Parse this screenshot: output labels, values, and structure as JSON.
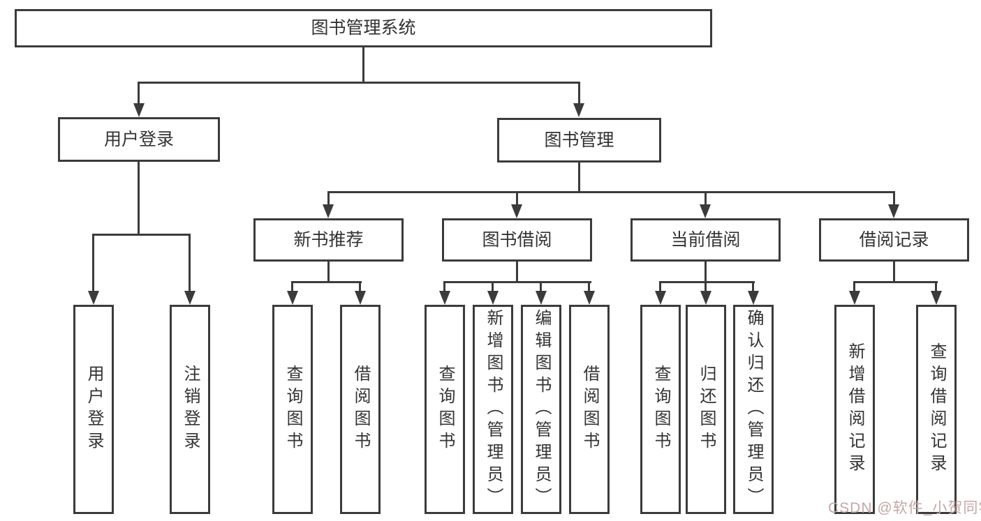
{
  "diagram": {
    "root": {
      "label": "图书管理系统"
    },
    "user_login": {
      "label": "用户登录",
      "children": [
        {
          "label": "用户登录"
        },
        {
          "label": "注销登录"
        }
      ]
    },
    "book_mgmt": {
      "label": "图书管理",
      "children": [
        {
          "label": "新书推荐",
          "children": [
            {
              "label": "查询图书"
            },
            {
              "label": "借阅图书"
            }
          ]
        },
        {
          "label": "图书借阅",
          "children": [
            {
              "label": "查询图书"
            },
            {
              "label": "新增图书（管理员）"
            },
            {
              "label": "编辑图书（管理员）"
            },
            {
              "label": "借阅图书"
            }
          ]
        },
        {
          "label": "当前借阅",
          "children": [
            {
              "label": "查询图书"
            },
            {
              "label": "归还图书"
            },
            {
              "label": "确认归还（管理员）"
            }
          ]
        },
        {
          "label": "借阅记录",
          "children": [
            {
              "label": "新增借阅记录"
            },
            {
              "label": "查询借阅记录"
            }
          ]
        }
      ]
    }
  },
  "watermark": {
    "text": "CSDN @软件_小贺同学"
  },
  "colors": {
    "line": "#3b3b3b",
    "text": "#333333",
    "watermark": "#c5a6a6",
    "background": "#ffffff"
  }
}
